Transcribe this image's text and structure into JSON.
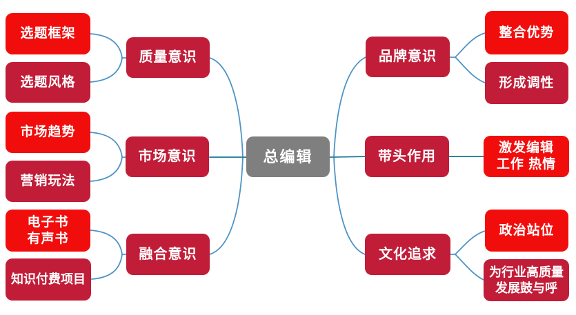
{
  "colors": {
    "background": "#ffffff",
    "bright": "#F20D0D",
    "dark": "#C11D38",
    "gray": "#7F7F7F",
    "curve": "#4D94C7",
    "straight": "#2E86A0",
    "text": "#ffffff"
  },
  "nodes": [
    {
      "id": "topic-framework",
      "label": "选题框架",
      "level": "leaf",
      "side": "left",
      "color": "bright"
    },
    {
      "id": "topic-style",
      "label": "选题风格",
      "level": "leaf",
      "side": "left",
      "color": "dark"
    },
    {
      "id": "market-trends",
      "label": "市场趋势",
      "level": "leaf",
      "side": "left",
      "color": "bright"
    },
    {
      "id": "marketing-tactics",
      "label": "营销玩法",
      "level": "leaf",
      "side": "left",
      "color": "dark"
    },
    {
      "id": "ebook-audiobook",
      "label": "电子书\n有声书",
      "level": "leaf",
      "side": "left",
      "color": "bright"
    },
    {
      "id": "knowledge-payment",
      "label": "知识付费项目",
      "level": "leaf",
      "side": "left",
      "color": "dark"
    },
    {
      "id": "quality-awareness",
      "label": "质量意识",
      "level": "branch",
      "side": "left",
      "color": "dark"
    },
    {
      "id": "market-awareness",
      "label": "市场意识",
      "level": "branch",
      "side": "left",
      "color": "dark"
    },
    {
      "id": "fusion-awareness",
      "label": "融合意识",
      "level": "branch",
      "side": "left",
      "color": "dark"
    },
    {
      "id": "chief-editor",
      "label": "总编辑",
      "level": "root",
      "side": "center",
      "color": "gray"
    },
    {
      "id": "brand-awareness",
      "label": "品牌意识",
      "level": "branch",
      "side": "right",
      "color": "dark"
    },
    {
      "id": "leading-role",
      "label": "带头作用",
      "level": "branch",
      "side": "right",
      "color": "dark"
    },
    {
      "id": "cultural-pursuit",
      "label": "文化追求",
      "level": "branch",
      "side": "right",
      "color": "dark"
    },
    {
      "id": "integrate-advantages",
      "label": "整合优势",
      "level": "leaf",
      "side": "right",
      "color": "bright"
    },
    {
      "id": "form-tonality",
      "label": "形成调性",
      "level": "leaf",
      "side": "right",
      "color": "dark"
    },
    {
      "id": "inspire-editors",
      "label": "激发编辑\n工作 热情",
      "level": "leaf",
      "side": "right",
      "color": "bright"
    },
    {
      "id": "political-stance",
      "label": "政治站位",
      "level": "leaf",
      "side": "right",
      "color": "bright"
    },
    {
      "id": "advocate-quality-dev",
      "label": "为行业高质量\n发展鼓与呼",
      "level": "leaf",
      "side": "right",
      "color": "dark"
    }
  ],
  "edges": [
    {
      "from": "选题框架",
      "to": "质量意识"
    },
    {
      "from": "选题风格",
      "to": "质量意识"
    },
    {
      "from": "市场趋势",
      "to": "市场意识"
    },
    {
      "from": "营销玩法",
      "to": "市场意识"
    },
    {
      "from": "电子书有声书",
      "to": "融合意识"
    },
    {
      "from": "知识付费项目",
      "to": "融合意识"
    },
    {
      "from": "质量意识",
      "to": "总编辑"
    },
    {
      "from": "市场意识",
      "to": "总编辑"
    },
    {
      "from": "融合意识",
      "to": "总编辑"
    },
    {
      "from": "总编辑",
      "to": "品牌意识"
    },
    {
      "from": "总编辑",
      "to": "带头作用"
    },
    {
      "from": "总编辑",
      "to": "文化追求"
    },
    {
      "from": "品牌意识",
      "to": "整合优势"
    },
    {
      "from": "品牌意识",
      "to": "形成调性"
    },
    {
      "from": "带头作用",
      "to": "激发编辑工作热情"
    },
    {
      "from": "文化追求",
      "to": "政治站位"
    },
    {
      "from": "文化追求",
      "to": "为行业高质量发展鼓与呼"
    }
  ]
}
